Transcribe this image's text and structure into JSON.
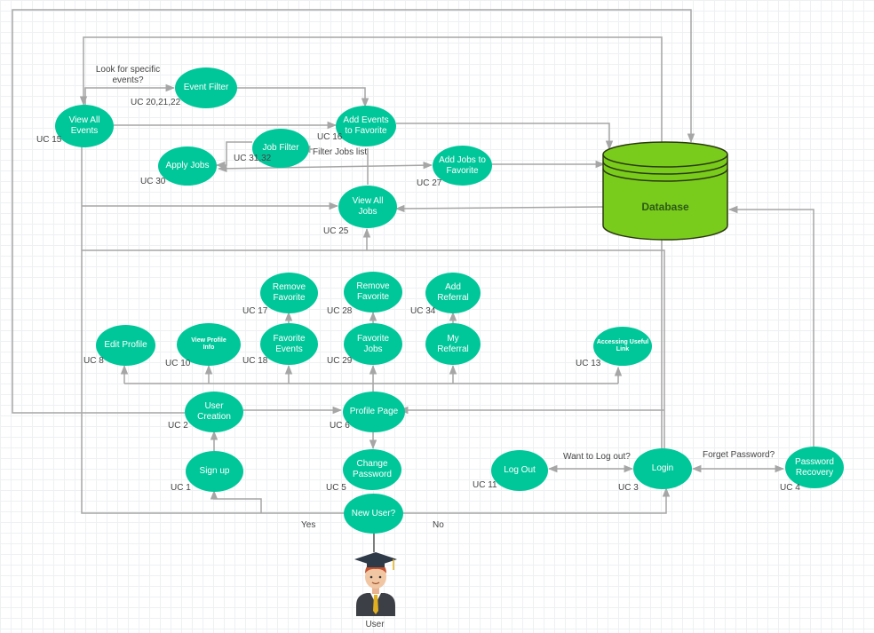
{
  "nodes": {
    "view_all_events": "View All\nEvents",
    "event_filter": "Event Filter",
    "add_events_fav": "Add Events\nto Favorite",
    "job_filter": "Job Filter",
    "apply_jobs": "Apply Jobs",
    "add_jobs_fav": "Add Jobs to\nFavorite",
    "view_all_jobs": "View All\nJobs",
    "remove_fav_17": "Remove\nFavorite",
    "remove_fav_28": "Remove\nFavorite",
    "add_referral": "Add\nReferral",
    "edit_profile": "Edit Profile",
    "view_profile_info": "View Profile\nInfo",
    "favorite_events": "Favorite\nEvents",
    "favorite_jobs": "Favorite\nJobs",
    "my_referral": "My\nReferral",
    "accessing_useful_link": "Accessing Useful\nLink",
    "user_creation": "User\nCreation",
    "profile_page": "Profile Page",
    "sign_up": "Sign up",
    "change_password": "Change\nPassword",
    "new_user": "New User?",
    "log_out": "Log Out",
    "login": "Login",
    "password_recovery": "Password\nRecovery"
  },
  "uc_labels": {
    "uc15": "UC 15",
    "uc20": "UC 20,21,22",
    "uc16": "UC 16",
    "uc31": "UC 31,32",
    "uc30": "UC 30",
    "uc27": "UC 27",
    "uc25": "UC 25",
    "uc17": "UC 17",
    "uc28": "UC 28",
    "uc34": "UC 34",
    "uc8": "UC 8",
    "uc10": "UC 10",
    "uc18": "UC 18",
    "uc29": "UC 29",
    "uc13": "UC 13",
    "uc2": "UC 2",
    "uc6": "UC 6",
    "uc1": "UC 1",
    "uc5": "UC 5",
    "uc11": "UC 11",
    "uc3": "UC 3",
    "uc4": "UC 4"
  },
  "edge_labels": {
    "look_for_events": "Look for specific\nevents?",
    "filter_jobs_list": "Filter Jobs list",
    "want_logout": "Want to Log out?",
    "forget_password": "Forget Password?",
    "yes": "Yes",
    "no": "No"
  },
  "database": {
    "label": "Database"
  },
  "actor": {
    "label": "User"
  },
  "colors": {
    "node_fill": "#00c79a",
    "database_fill": "#7acc1c",
    "line": "#a6a6a6"
  }
}
